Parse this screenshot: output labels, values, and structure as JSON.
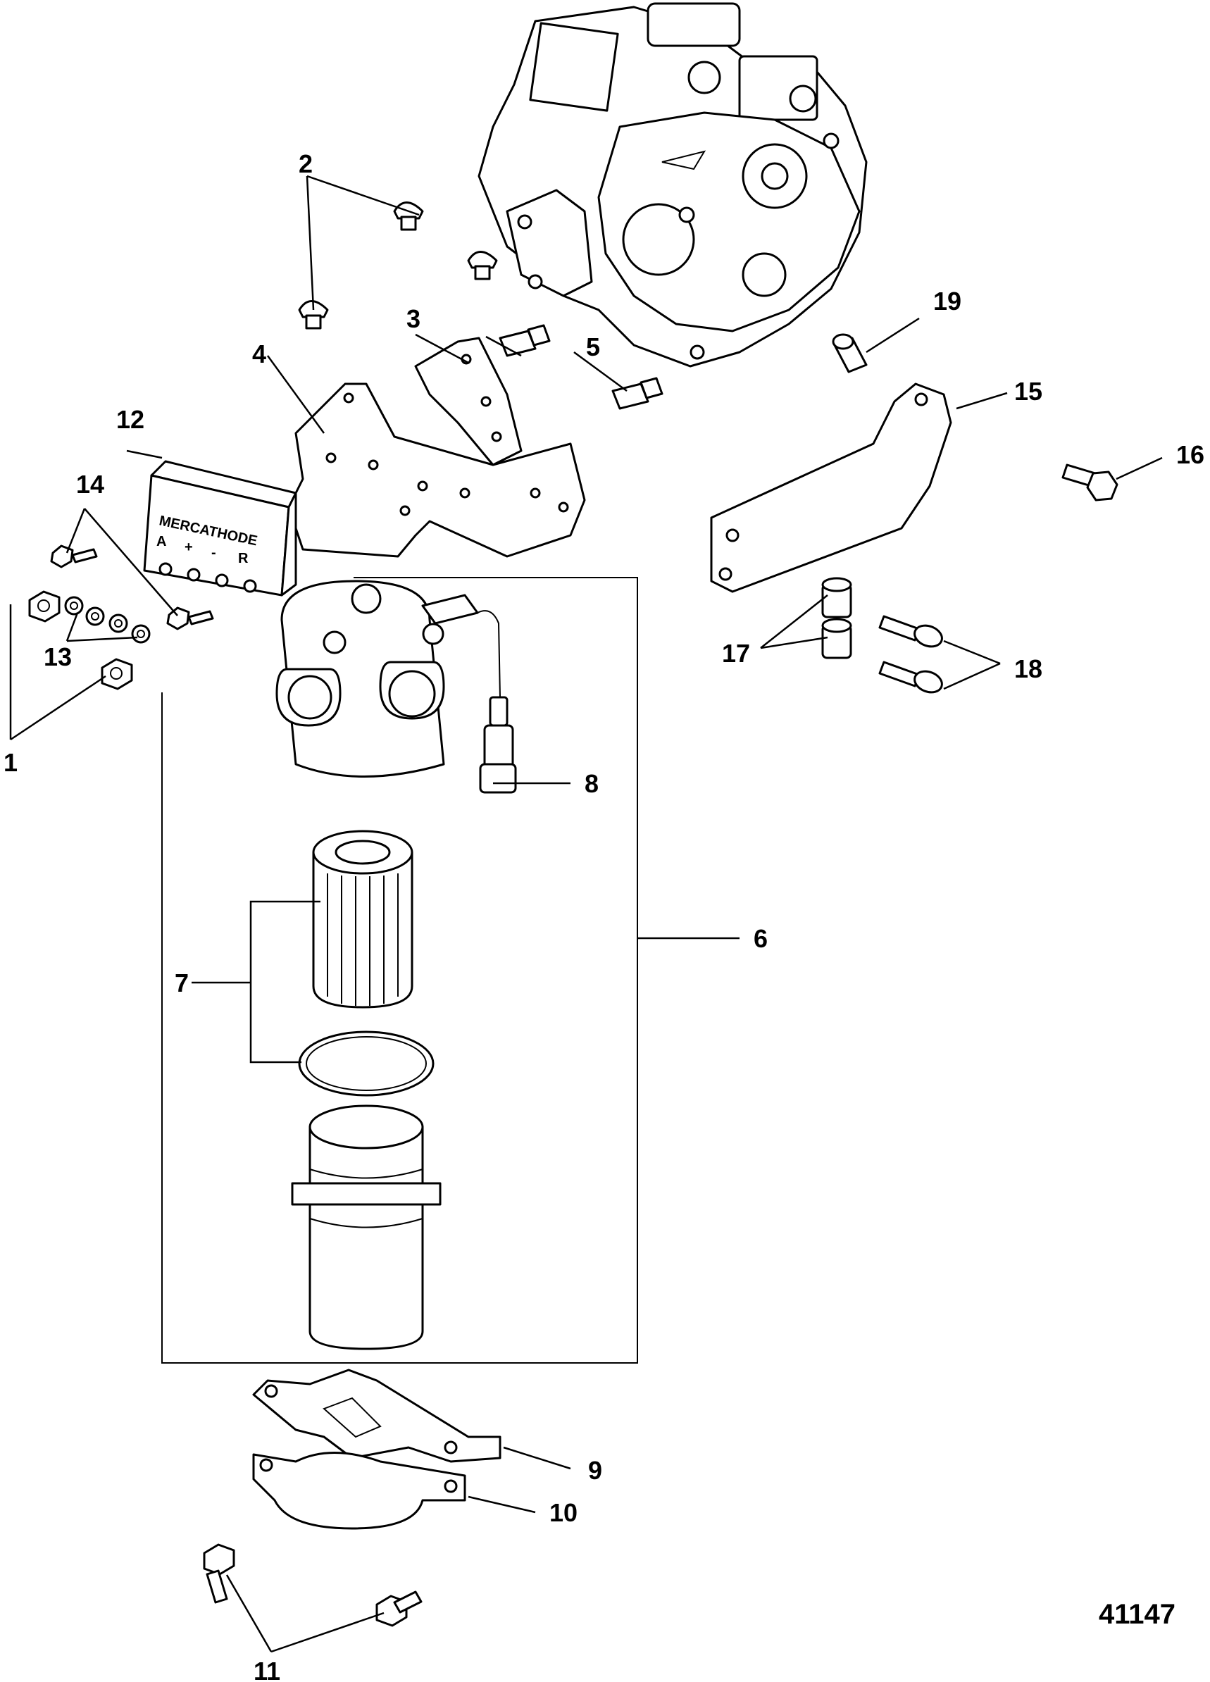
{
  "callouts": {
    "c1": "1",
    "c2": "2",
    "c3": "3",
    "c4": "4",
    "c5": "5",
    "c6": "6",
    "c7": "7",
    "c8": "8",
    "c9": "9",
    "c10": "10",
    "c11": "11",
    "c12": "12",
    "c13": "13",
    "c14": "14",
    "c15": "15",
    "c16": "16",
    "c17": "17",
    "c18": "18",
    "c19": "19"
  },
  "module_label": "MERCATHODE",
  "terminal_labels": {
    "a": "A",
    "plus": "+",
    "minus": "-",
    "r": "R"
  },
  "figure_number": "41147"
}
